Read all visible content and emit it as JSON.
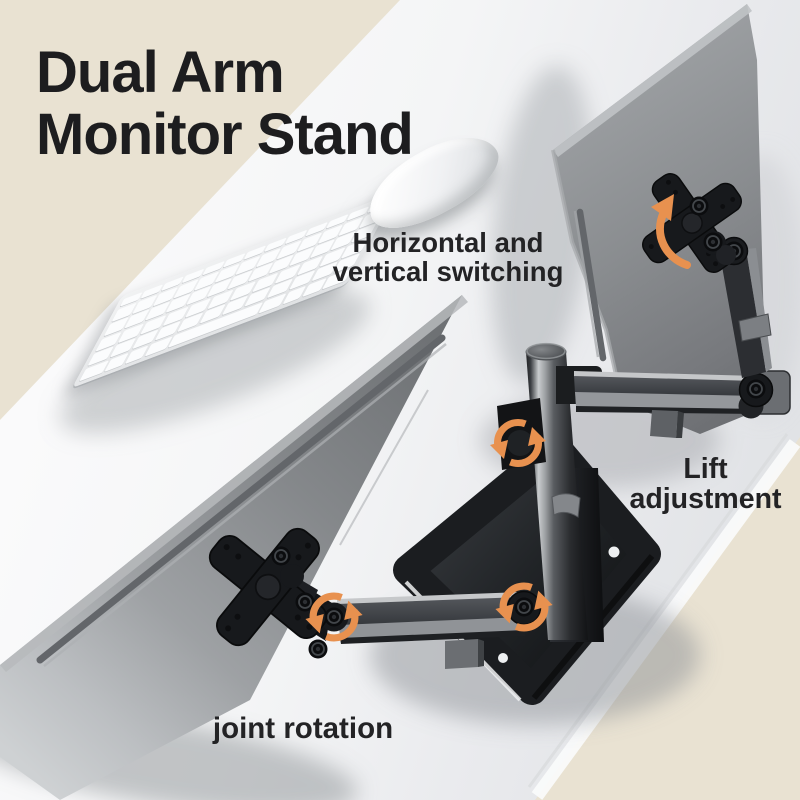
{
  "product": {
    "title_line1": "Dual Arm",
    "title_line2": "Monitor Stand"
  },
  "annotations": {
    "switching_line1": "Horizontal and",
    "switching_line2": "vertical switching",
    "lift_line1": "Lift",
    "lift_line2": "adjustment",
    "joint": "joint rotation"
  },
  "colors": {
    "background_beige": "#e9e2d2",
    "desk_white": "#f5f5f7",
    "accent_orange": "#e8914f",
    "stand_black": "#1d1f22",
    "monitor_gray": "#8b8e91",
    "text_dark": "#1d1d1f"
  },
  "icons": {
    "rotation_joint": "circular-rotation-arrows",
    "swivel": "curved-swivel-arrow"
  }
}
